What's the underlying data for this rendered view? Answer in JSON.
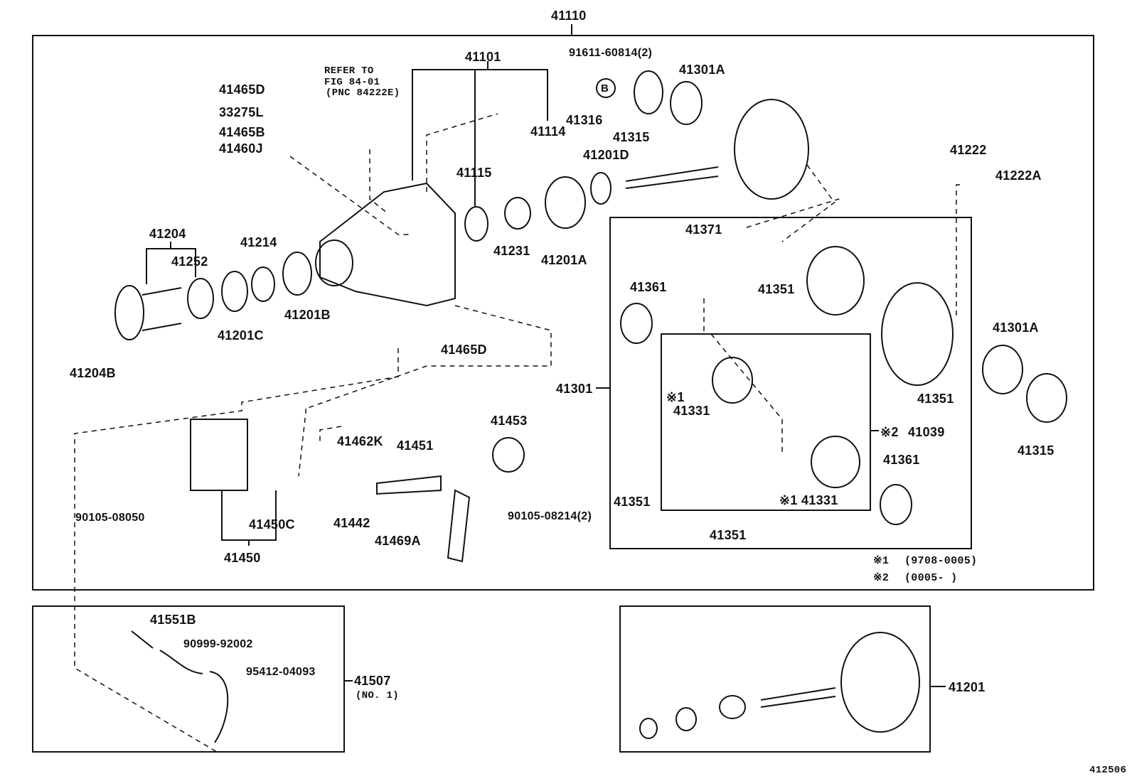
{
  "diagram_id": "412506",
  "assembly": "41110",
  "sub_assemblies": {
    "diff_case_kit": "41301",
    "gear_kit": "41039",
    "hose_kit": "41507",
    "hose_kit_note": "(NO. 1)",
    "ring_pinion": "41201"
  },
  "reference": {
    "line1": "REFER TO",
    "line2": "FIG 84-01",
    "line3": "(PNC 84222E)"
  },
  "callout_b": "B",
  "parts": {
    "p41101": "41101",
    "p91611": "91611-60814(2)",
    "p41301A_top": "41301A",
    "p41465D_top": "41465D",
    "p33275L": "33275L",
    "p41465B": "41465B",
    "p41460J": "41460J",
    "p41316": "41316",
    "p41315_top": "41315",
    "p41114": "41114",
    "p41201D": "41201D",
    "p41115": "41115",
    "p41222": "41222",
    "p41222A": "41222A",
    "p41204": "41204",
    "p41214": "41214",
    "p41252": "41252",
    "p41231": "41231",
    "p41201A": "41201A",
    "p41371": "41371",
    "p41201B": "41201B",
    "p41201C": "41201C",
    "p41361_left": "41361",
    "p41351_top": "41351",
    "p41465D_bottom": "41465D",
    "p41204B": "41204B",
    "p41301A_right": "41301A",
    "p41331_left_mark": "※1",
    "p41331_left": "41331",
    "p41351_right": "41351",
    "p41453": "41453",
    "p41462K": "41462K",
    "p41451": "41451",
    "p41039_mark": "※2",
    "p41315_right": "41315",
    "p41361_right": "41361",
    "p41351_bottomleft": "41351",
    "p41331_bottom": "※1 41331",
    "p90105_08050": "90105-08050",
    "p41450C": "41450C",
    "p41442": "41442",
    "p90105_08214": "90105-08214(2)",
    "p41469A": "41469A",
    "p41351_bottom": "41351",
    "p41450": "41450",
    "p41551B": "41551B",
    "p90999": "90999-92002",
    "p95412": "95412-04093"
  },
  "notes": [
    {
      "mark": "※1",
      "text": "(9708-0005)"
    },
    {
      "mark": "※2",
      "text": "(0005-        )"
    }
  ]
}
